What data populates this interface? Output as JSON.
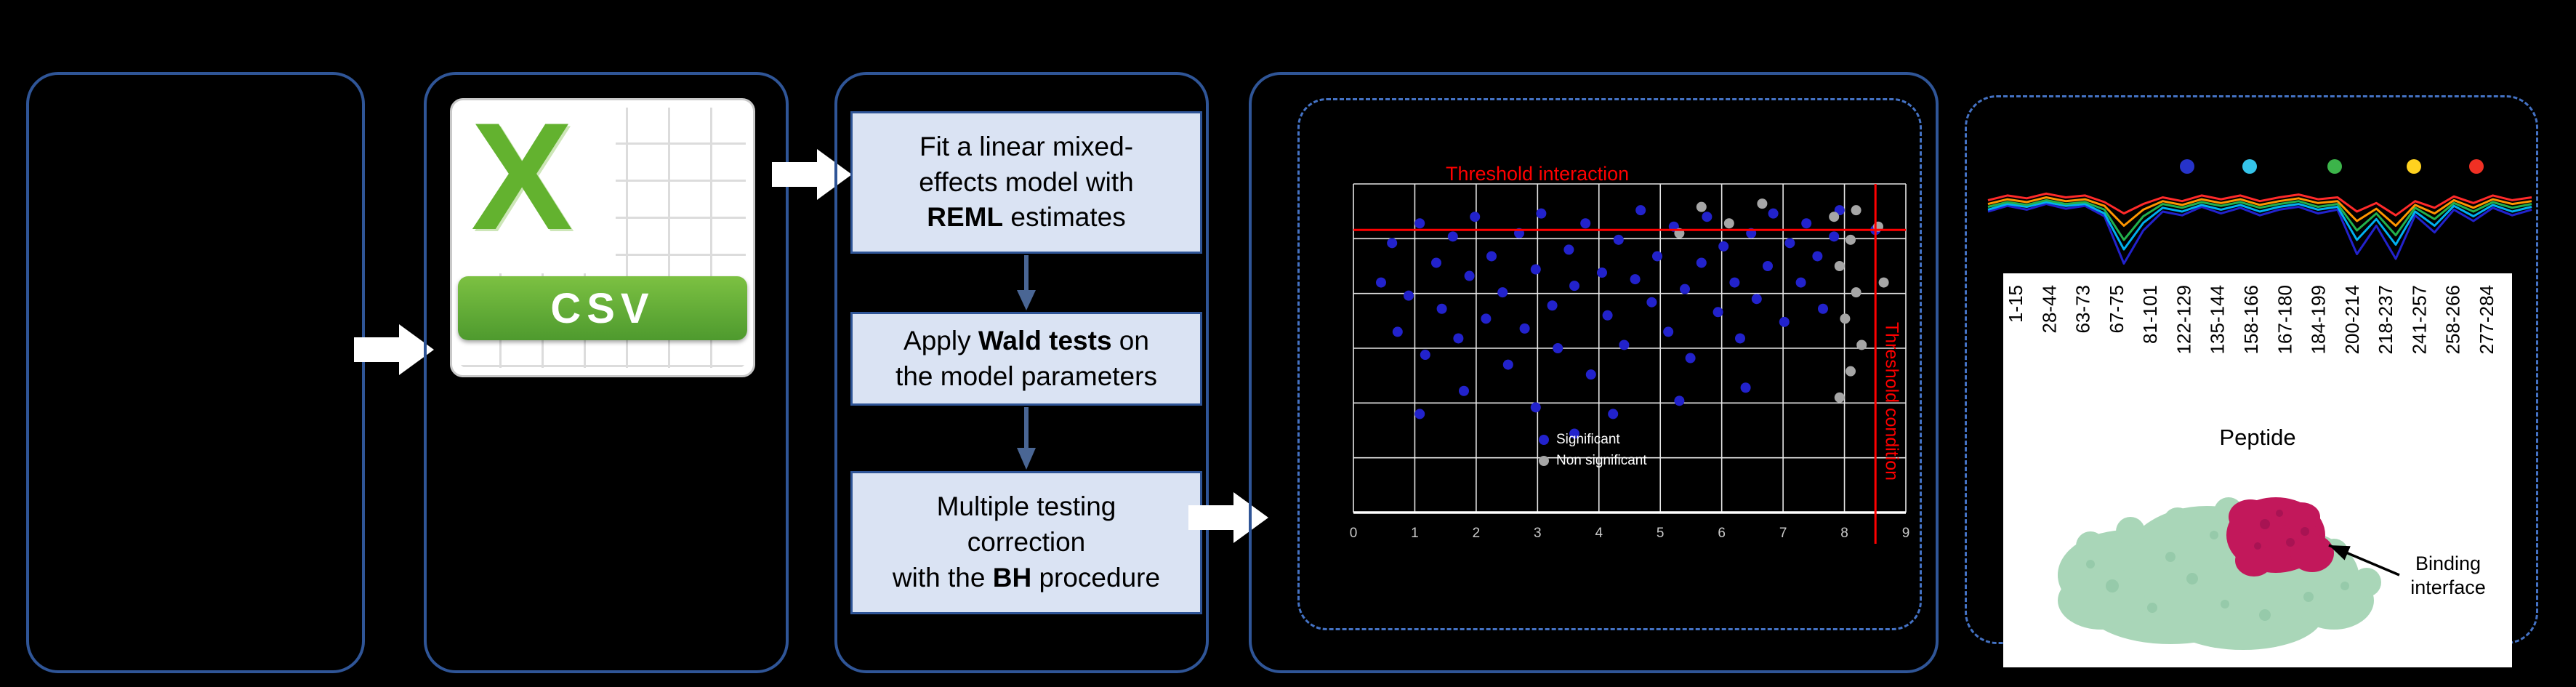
{
  "colors": {
    "background": "#000000",
    "panel_border": "#2F5597",
    "dashed_border": "#4472C4",
    "box_fill": "#DAE3F3",
    "box_border": "#2F5597",
    "flow_arrow": "#4A6694",
    "white_arrow": "#FFFFFF",
    "threshold": "#FF0000",
    "point_blue": "#2222CC",
    "point_gray": "#A6A6A6",
    "csv_green": "#63B22F",
    "csv_banner": "#4E9A2E",
    "protein_body": "#A9D6B8",
    "protein_body_dark": "#8FC4A4",
    "protein_site": "#C2185B",
    "protein_site_dark": "#9C1150"
  },
  "csv_icon": {
    "letter": "X",
    "label": "CSV"
  },
  "steps": [
    {
      "lines": [
        [
          "Fit a linear mixed-"
        ],
        [
          "effects model with"
        ],
        [
          {
            "b": "REML"
          },
          " estimates"
        ]
      ]
    },
    {
      "lines": [
        [
          "Apply ",
          {
            "b": "Wald tests"
          },
          " on"
        ],
        [
          "the model parameters"
        ]
      ]
    },
    {
      "lines": [
        [
          "Multiple testing"
        ],
        [
          "correction"
        ],
        [
          "with the ",
          {
            "b": "BH"
          },
          " procedure"
        ]
      ]
    }
  ],
  "chart_data": [
    {
      "type": "scatter",
      "title": "",
      "grid": true,
      "coords_note": "points normalized to plot area, origin top-left",
      "threshold_labels": {
        "horizontal": "Threshold interaction",
        "vertical": "Threshold condition"
      },
      "thresholds_norm": {
        "h_y": 0.14,
        "v_x": 0.945
      },
      "x_ticks": [
        "0",
        "1",
        "2",
        "3",
        "4",
        "5",
        "6",
        "7",
        "8",
        "9"
      ],
      "legend": [
        {
          "label": "Significant",
          "color": "#2222CC"
        },
        {
          "label": "Non significant",
          "color": "#A6A6A6"
        }
      ],
      "series": [
        {
          "name": "significant peptides",
          "color": "#2222CC",
          "points_norm": [
            [
              0.05,
              0.3
            ],
            [
              0.07,
              0.18
            ],
            [
              0.08,
              0.45
            ],
            [
              0.1,
              0.34
            ],
            [
              0.12,
              0.12
            ],
            [
              0.13,
              0.52
            ],
            [
              0.15,
              0.24
            ],
            [
              0.16,
              0.38
            ],
            [
              0.18,
              0.16
            ],
            [
              0.19,
              0.47
            ],
            [
              0.21,
              0.28
            ],
            [
              0.22,
              0.1
            ],
            [
              0.24,
              0.41
            ],
            [
              0.25,
              0.22
            ],
            [
              0.27,
              0.33
            ],
            [
              0.28,
              0.55
            ],
            [
              0.3,
              0.15
            ],
            [
              0.31,
              0.44
            ],
            [
              0.33,
              0.26
            ],
            [
              0.34,
              0.09
            ],
            [
              0.36,
              0.37
            ],
            [
              0.37,
              0.5
            ],
            [
              0.39,
              0.2
            ],
            [
              0.4,
              0.31
            ],
            [
              0.42,
              0.12
            ],
            [
              0.43,
              0.58
            ],
            [
              0.45,
              0.27
            ],
            [
              0.46,
              0.4
            ],
            [
              0.48,
              0.17
            ],
            [
              0.49,
              0.49
            ],
            [
              0.51,
              0.29
            ],
            [
              0.52,
              0.08
            ],
            [
              0.54,
              0.36
            ],
            [
              0.55,
              0.22
            ],
            [
              0.57,
              0.45
            ],
            [
              0.58,
              0.13
            ],
            [
              0.6,
              0.32
            ],
            [
              0.61,
              0.53
            ],
            [
              0.63,
              0.24
            ],
            [
              0.64,
              0.1
            ],
            [
              0.66,
              0.39
            ],
            [
              0.67,
              0.19
            ],
            [
              0.69,
              0.3
            ],
            [
              0.7,
              0.47
            ],
            [
              0.72,
              0.15
            ],
            [
              0.73,
              0.35
            ],
            [
              0.75,
              0.25
            ],
            [
              0.76,
              0.09
            ],
            [
              0.78,
              0.42
            ],
            [
              0.79,
              0.18
            ],
            [
              0.81,
              0.3
            ],
            [
              0.82,
              0.12
            ],
            [
              0.84,
              0.22
            ],
            [
              0.85,
              0.38
            ],
            [
              0.87,
              0.16
            ],
            [
              0.33,
              0.68
            ],
            [
              0.47,
              0.7
            ],
            [
              0.2,
              0.63
            ],
            [
              0.59,
              0.66
            ],
            [
              0.12,
              0.7
            ],
            [
              0.71,
              0.62
            ],
            [
              0.4,
              0.76
            ],
            [
              0.945,
              0.14
            ],
            [
              0.88,
              0.08
            ]
          ]
        },
        {
          "name": "non significant peptides",
          "color": "#A6A6A6",
          "points_norm": [
            [
              0.87,
              0.1
            ],
            [
              0.9,
              0.17
            ],
            [
              0.88,
              0.25
            ],
            [
              0.91,
              0.33
            ],
            [
              0.89,
              0.41
            ],
            [
              0.92,
              0.49
            ],
            [
              0.9,
              0.57
            ],
            [
              0.88,
              0.65
            ],
            [
              0.91,
              0.08
            ],
            [
              0.95,
              0.13
            ],
            [
              0.96,
              0.3
            ],
            [
              0.63,
              0.07
            ],
            [
              0.68,
              0.12
            ],
            [
              0.74,
              0.06
            ],
            [
              0.59,
              0.15
            ]
          ]
        }
      ]
    },
    {
      "type": "line",
      "title": "",
      "coords_note": "values normalized, 0 = top of chart",
      "x_count": 29,
      "legend_dot_colors": [
        "#2633C9",
        "#35C4EA",
        "#3CB44A",
        "#FFD21F",
        "#F03024"
      ],
      "series": [
        {
          "name": "blue",
          "color": "#2222CC",
          "values_norm": [
            0.4,
            0.34,
            0.38,
            0.32,
            0.37,
            0.34,
            0.45,
            0.95,
            0.6,
            0.4,
            0.44,
            0.35,
            0.42,
            0.36,
            0.44,
            0.38,
            0.35,
            0.42,
            0.38,
            0.85,
            0.55,
            0.9,
            0.44,
            0.62,
            0.38,
            0.5,
            0.36,
            0.44,
            0.38
          ]
        },
        {
          "name": "cyan",
          "color": "#00B0F0",
          "values_norm": [
            0.38,
            0.32,
            0.35,
            0.3,
            0.34,
            0.32,
            0.42,
            0.8,
            0.52,
            0.36,
            0.4,
            0.33,
            0.38,
            0.33,
            0.4,
            0.35,
            0.32,
            0.38,
            0.35,
            0.7,
            0.48,
            0.75,
            0.4,
            0.55,
            0.34,
            0.45,
            0.33,
            0.4,
            0.35
          ]
        },
        {
          "name": "green",
          "color": "#22B14C",
          "values_norm": [
            0.35,
            0.3,
            0.33,
            0.28,
            0.32,
            0.3,
            0.38,
            0.7,
            0.45,
            0.32,
            0.36,
            0.3,
            0.34,
            0.3,
            0.36,
            0.32,
            0.29,
            0.35,
            0.32,
            0.6,
            0.42,
            0.65,
            0.36,
            0.48,
            0.31,
            0.4,
            0.3,
            0.36,
            0.32
          ]
        },
        {
          "name": "orange",
          "color": "#FF9500",
          "values_norm": [
            0.32,
            0.27,
            0.3,
            0.25,
            0.29,
            0.27,
            0.34,
            0.55,
            0.38,
            0.29,
            0.33,
            0.27,
            0.31,
            0.27,
            0.33,
            0.29,
            0.26,
            0.31,
            0.29,
            0.5,
            0.37,
            0.55,
            0.33,
            0.42,
            0.28,
            0.36,
            0.27,
            0.32,
            0.29
          ]
        },
        {
          "name": "red",
          "color": "#FF2A2A",
          "values_norm": [
            0.28,
            0.23,
            0.26,
            0.21,
            0.25,
            0.23,
            0.3,
            0.42,
            0.32,
            0.25,
            0.29,
            0.23,
            0.27,
            0.23,
            0.29,
            0.25,
            0.22,
            0.27,
            0.25,
            0.4,
            0.31,
            0.44,
            0.29,
            0.36,
            0.24,
            0.31,
            0.23,
            0.28,
            0.25
          ]
        }
      ],
      "x_categories": [
        "1-15",
        "28-44",
        "63-73",
        "67-75",
        "81-101",
        "122-129",
        "135-144",
        "158-166",
        "167-180",
        "184-199",
        "200-214",
        "218-237",
        "241-257",
        "258-266",
        "277-284"
      ],
      "xlabel": "Peptide"
    }
  ],
  "protein": {
    "label_lines": [
      "Binding",
      "interface"
    ]
  }
}
